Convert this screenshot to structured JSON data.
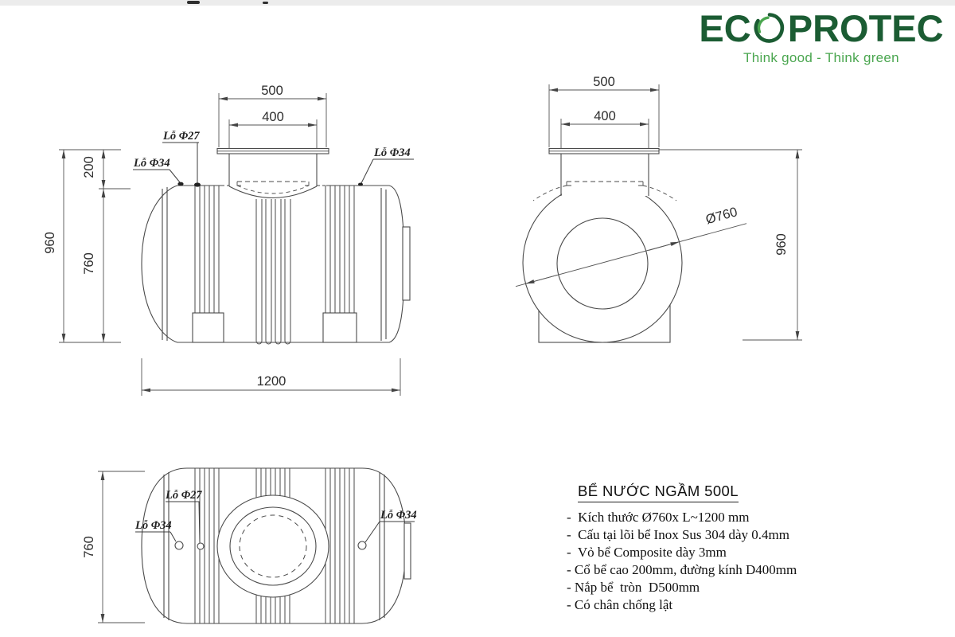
{
  "logo": {
    "brand_pre": "EC",
    "brand_post": "PROTEC",
    "tagline": "Think good - Think green",
    "brand_color": "#1b5c33",
    "accent_color": "#4aa64f"
  },
  "side_view": {
    "dim_lid": "500",
    "dim_neck": "400",
    "dim_total_height": "960",
    "dim_neck_height": "200",
    "dim_body_height": "760",
    "dim_length": "1200",
    "label_hole27": "Lỗ Φ27",
    "label_hole34_left": "Lỗ Φ34",
    "label_hole34_right": "Lỗ Φ34"
  },
  "front_view": {
    "dim_lid": "500",
    "dim_neck": "400",
    "dim_diameter": "Ø760",
    "dim_height": "960"
  },
  "top_view": {
    "dim_width": "760",
    "label_hole27": "Lỗ Φ27",
    "label_hole34_left": "Lỗ Φ34",
    "label_hole34_right": "Lỗ Φ34"
  },
  "specs": {
    "title": "BỂ NƯỚC NGẦM  500L",
    "items": [
      "-  Kích thước Ø760x L~1200 mm",
      "-  Cấu tại lõi bể Inox Sus 304 dày 0.4mm",
      "-  Vỏ bể Composite dày 3mm",
      "- Cổ bể cao 200mm, đường kính D400mm",
      "- Nắp bể  tròn  D500mm",
      "- Có chân chống lật"
    ]
  }
}
